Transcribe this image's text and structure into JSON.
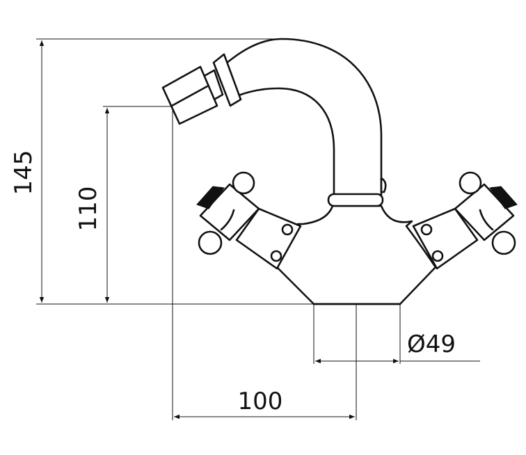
{
  "dimensions": {
    "total_height": "145",
    "spout_height": "110",
    "base_diameter": "Ø49",
    "spout_reach": "100"
  }
}
